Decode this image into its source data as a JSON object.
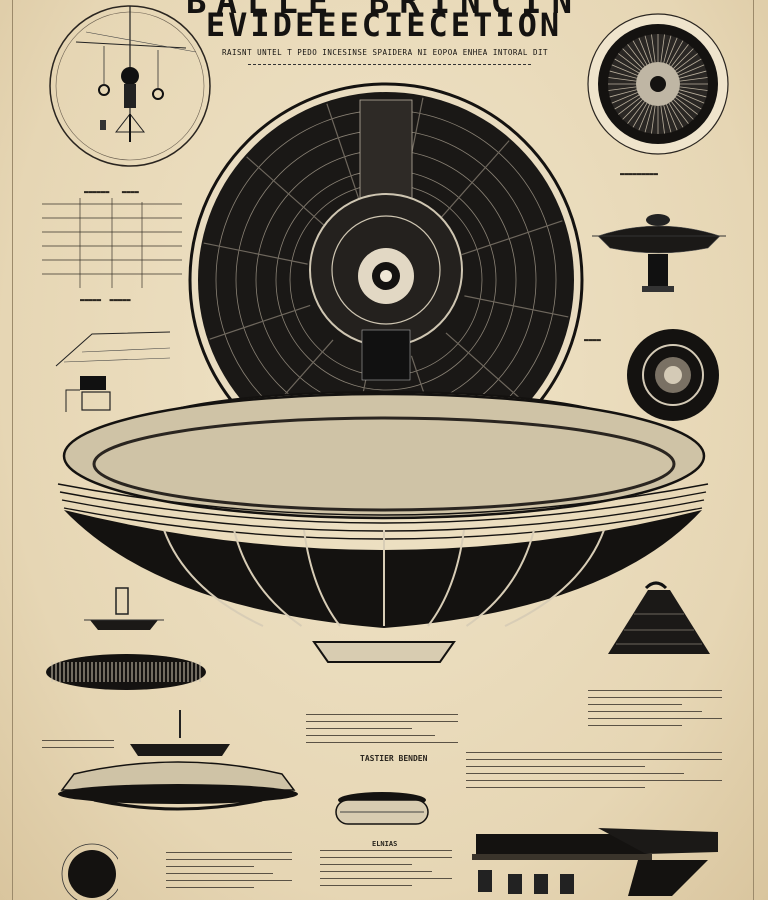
{
  "poster": {
    "title_line1": "BALLE BRINCIN",
    "title_line2": "EVIDEEECIECETION",
    "subtitle": "RAISNT UNTEL T PEDO INCESINSE SPAIDERA NI EOPOA ENHEA INTORAL DIT",
    "caption_center": "TASTIER BENDEN",
    "caption_bottom_center": "ELNIAS"
  },
  "colors": {
    "paper": "#e9dcc0",
    "ink": "#151311"
  },
  "icons": [
    "mobile-sketch-icon",
    "radial-turbine-icon",
    "hub-disc-icon",
    "saucer-icon",
    "pyramid-module-icon"
  ]
}
